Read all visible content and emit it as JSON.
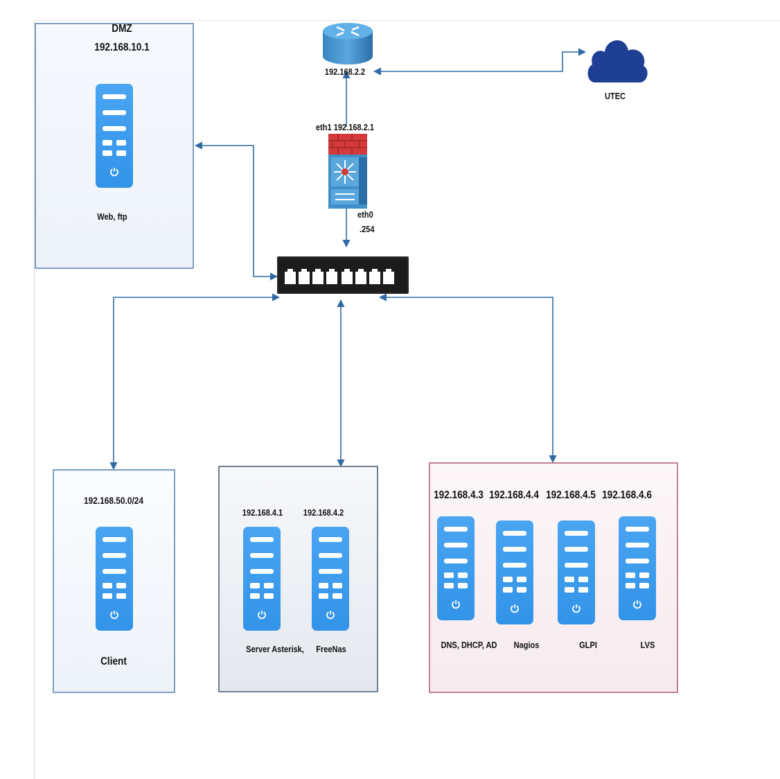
{
  "dmz": {
    "title": "DMZ",
    "ip": "192.168.10.1",
    "services": "Web, ftp"
  },
  "router": {
    "ip": "192.168.2.2"
  },
  "cloud": {
    "label": "UTEC"
  },
  "firewall": {
    "eth1": "eth1 192.168.2.1",
    "eth0": "eth0",
    "eth0_ip": ".254"
  },
  "client": {
    "network": "192.168.50.0/24",
    "label": "Client"
  },
  "server_group": {
    "servers": [
      {
        "ip": "192.168.4.1",
        "label": "Server Asterisk,"
      },
      {
        "ip": "192.168.4.2",
        "label": "FreeNas"
      }
    ]
  },
  "service_group": {
    "servers": [
      {
        "ip": "192.168.4.3",
        "label": "DNS, DHCP, AD"
      },
      {
        "ip": "192.168.4.4",
        "label": "Nagios"
      },
      {
        "ip": "192.168.4.5",
        "label": "GLPI"
      },
      {
        "ip": "192.168.4.6",
        "label": "LVS"
      }
    ]
  },
  "colors": {
    "line": "#2f6aa3",
    "server": "#3a97ea",
    "cloud": "#1f3f95",
    "firewall_red": "#d43a3a",
    "router": "#3f8fc8"
  }
}
